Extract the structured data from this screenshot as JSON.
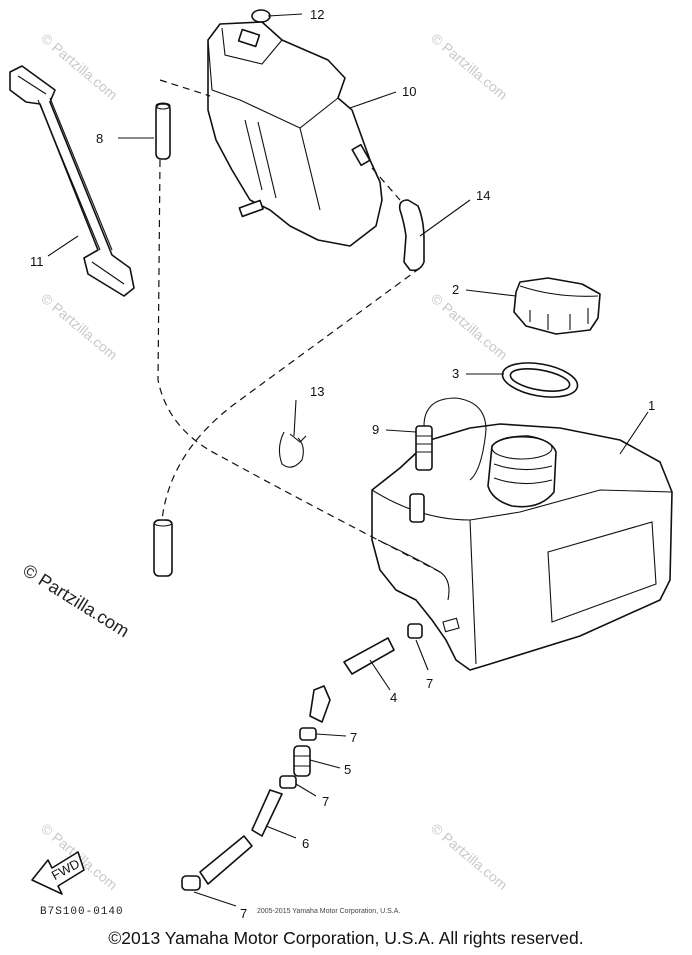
{
  "callouts": [
    {
      "id": "1",
      "label": "1"
    },
    {
      "id": "2",
      "label": "2"
    },
    {
      "id": "3",
      "label": "3"
    },
    {
      "id": "4",
      "label": "4"
    },
    {
      "id": "5",
      "label": "5"
    },
    {
      "id": "6",
      "label": "6"
    },
    {
      "id": "7a",
      "label": "7"
    },
    {
      "id": "7b",
      "label": "7"
    },
    {
      "id": "7c",
      "label": "7"
    },
    {
      "id": "7d",
      "label": "7"
    },
    {
      "id": "8",
      "label": "8"
    },
    {
      "id": "9",
      "label": "9"
    },
    {
      "id": "10",
      "label": "10"
    },
    {
      "id": "11",
      "label": "11"
    },
    {
      "id": "12",
      "label": "12"
    },
    {
      "id": "13",
      "label": "13"
    },
    {
      "id": "14",
      "label": "14"
    }
  ],
  "fwd_arrow_label": "FWD",
  "watermark": "© Partzilla.com",
  "site_mark": "© Partzilla.com",
  "part_code": "B7S100-0140",
  "small_copyright": "2005-2015 Yamaha Motor Corporation, U.S.A.",
  "footer": "©2013 Yamaha Motor Corporation, U.S.A. All rights reserved."
}
